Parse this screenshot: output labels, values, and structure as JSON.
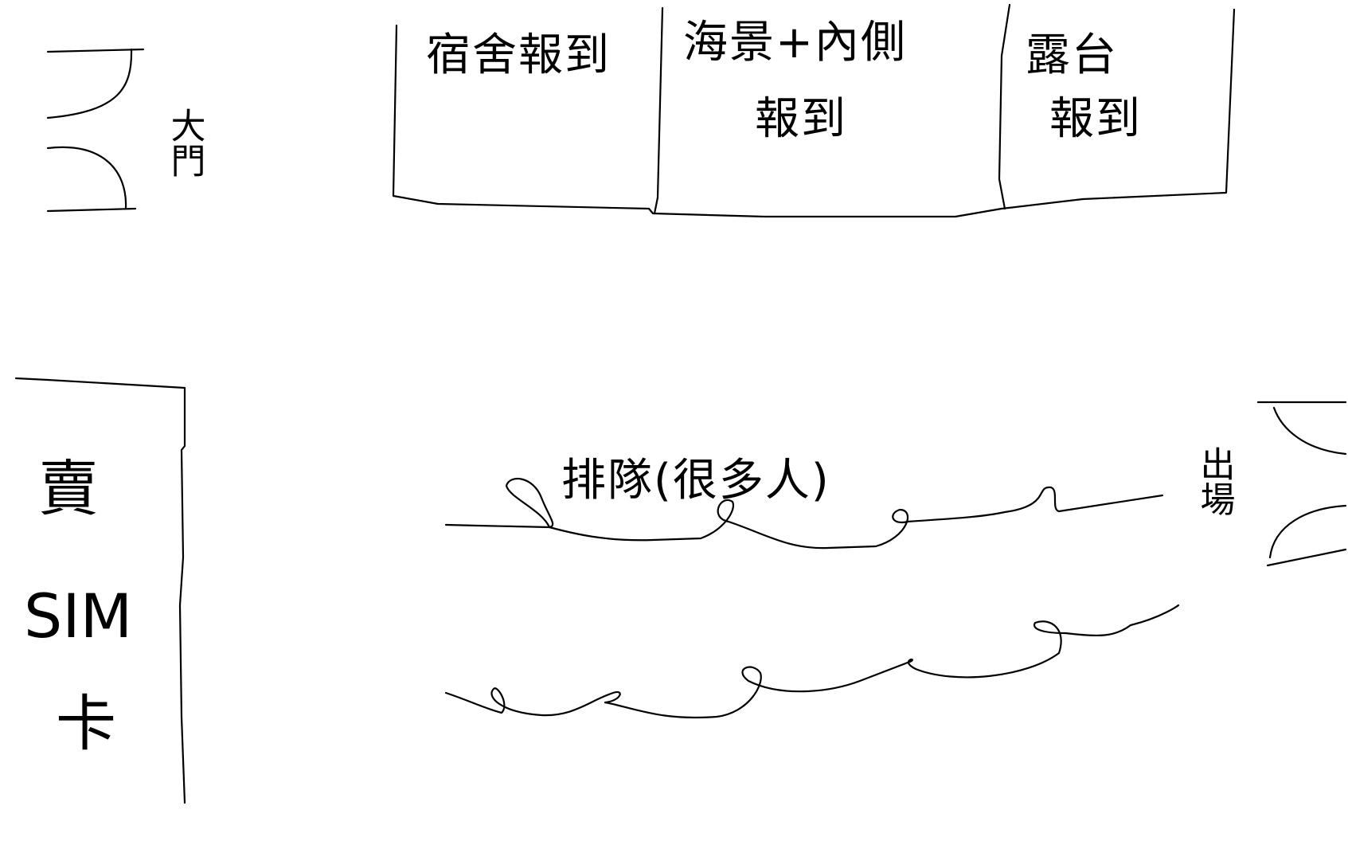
{
  "sketch": {
    "main_gate": "大門",
    "counters": [
      {
        "id": "dorm",
        "line1": "宿舍報到",
        "line2": ""
      },
      {
        "id": "seaview",
        "line1": "海景+內側",
        "line2": "報到"
      },
      {
        "id": "balcony",
        "line1": "露台",
        "line2": "報到"
      }
    ],
    "sim_seller": {
      "line1": "賣",
      "line2": "SIM",
      "line3": "卡"
    },
    "queue_label": "排隊(很多人)",
    "exit": "出場"
  }
}
